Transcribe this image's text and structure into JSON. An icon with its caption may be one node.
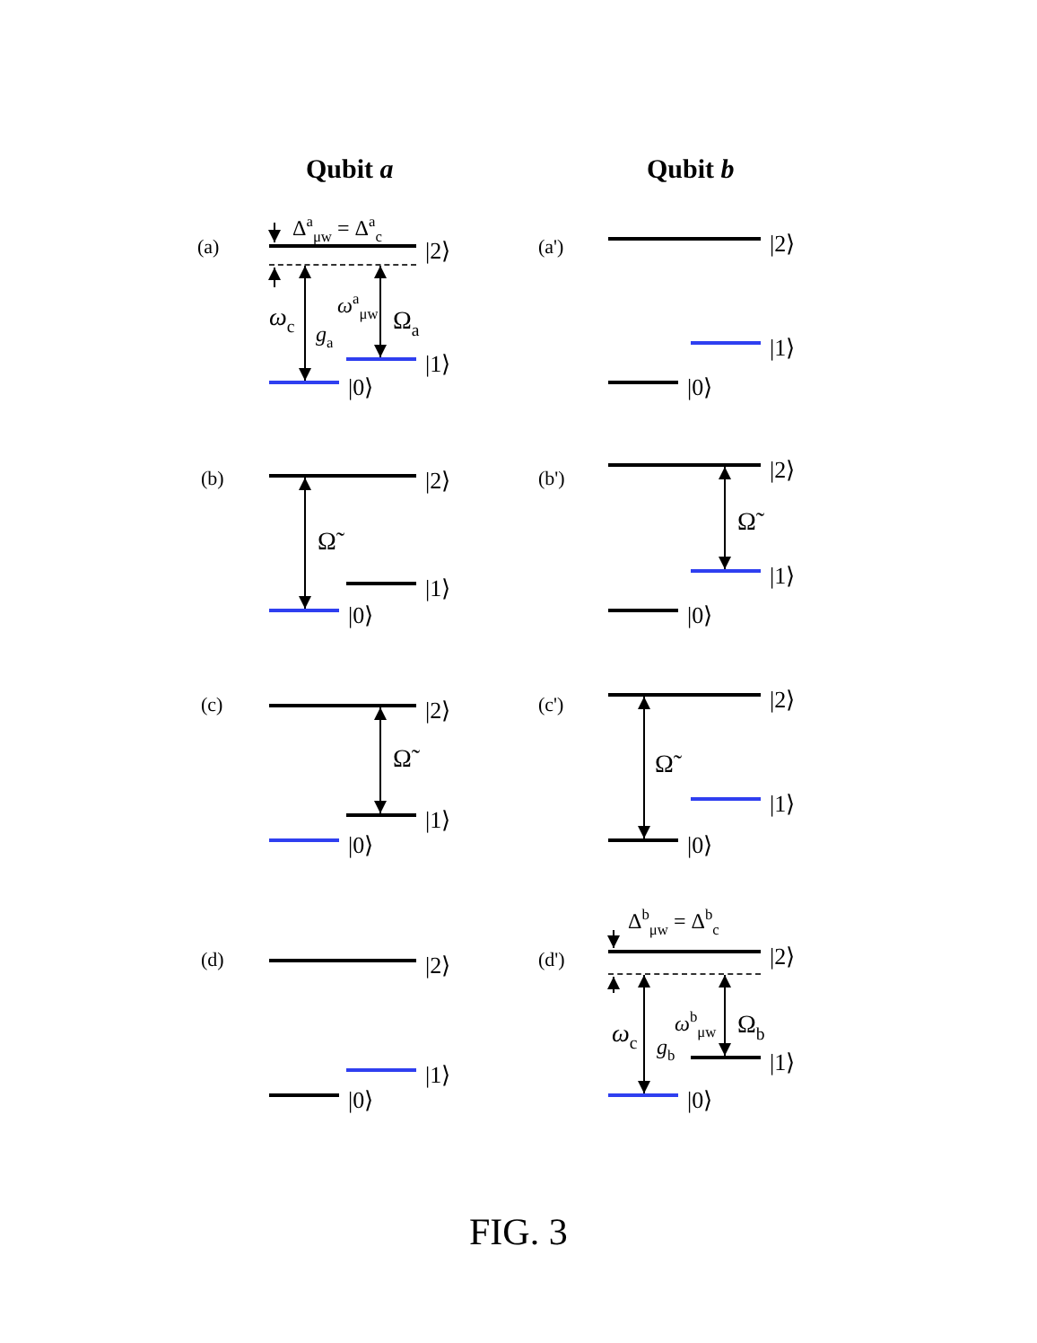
{
  "diagram": {
    "caption": "FIG. 3",
    "nodes": [
      {
        "text": [],
        "shape": "bar",
        "beside": [
          "|2⟩"
        ]
      },
      {
        "text": [],
        "shape": "bar"
      },
      {
        "text": [],
        "shape": "bar",
        "beside": [
          "|1⟩"
        ]
      },
      {
        "text": [],
        "shape": "bar",
        "beside": [
          "|0⟩"
        ]
      },
      {
        "text": [],
        "shape": "bar",
        "beside": [
          "|2⟩"
        ]
      },
      {
        "text": [],
        "shape": "bar",
        "beside": [
          "|1⟩"
        ]
      },
      {
        "text": [],
        "shape": "bar",
        "beside": [
          "|0⟩"
        ]
      },
      {
        "text": [],
        "shape": "bar",
        "beside": [
          "|2⟩"
        ]
      },
      {
        "text": [],
        "shape": "bar",
        "beside": [
          "|1⟩"
        ]
      },
      {
        "text": [],
        "shape": "bar",
        "beside": [
          "|0⟩"
        ]
      },
      {
        "text": [],
        "shape": "bar",
        "beside": [
          "|2⟩"
        ]
      },
      {
        "text": [],
        "shape": "bar",
        "beside": [
          "|1⟩"
        ]
      },
      {
        "text": [],
        "shape": "bar",
        "beside": [
          "|0⟩"
        ]
      },
      {
        "text": [],
        "shape": "bar",
        "beside": [
          "|2⟩"
        ]
      },
      {
        "text": [],
        "shape": "bar",
        "beside": [
          "|1⟩"
        ]
      },
      {
        "text": [],
        "shape": "bar",
        "beside": [
          "|0⟩"
        ]
      },
      {
        "text": [],
        "shape": "bar",
        "beside": [
          "|2⟩"
        ]
      },
      {
        "text": [],
        "shape": "bar",
        "beside": [
          "|1⟩"
        ]
      },
      {
        "text": [],
        "shape": "bar",
        "beside": [
          "|0⟩"
        ]
      },
      {
        "text": [],
        "shape": "bar",
        "beside": [
          "|2⟩"
        ]
      },
      {
        "text": [],
        "shape": "bar",
        "beside": [
          "|1⟩"
        ]
      },
      {
        "text": [],
        "shape": "bar",
        "beside": [
          "|0⟩"
        ]
      },
      {
        "text": [],
        "shape": "bar",
        "beside": [
          "|2⟩"
        ]
      },
      {
        "text": [],
        "shape": "bar"
      },
      {
        "text": [],
        "shape": "bar",
        "beside": [
          "|1⟩"
        ]
      },
      {
        "text": [],
        "shape": "bar",
        "beside": [
          "|0⟩"
        ]
      }
    ],
    "edges": [
      {
        "from": 3,
        "to": 1,
        "arrow": "both",
        "label": "*ω*$_{c}$"
      },
      {
        "from": 2,
        "to": 1,
        "arrow": "both",
        "label": "Ω$_{a}$"
      },
      {
        "from": 9,
        "to": 7,
        "arrow": "both",
        "label": "Ω̃"
      },
      {
        "from": 11,
        "to": 10,
        "arrow": "both",
        "label": "Ω̃"
      },
      {
        "from": 14,
        "to": 13,
        "arrow": "both",
        "label": "Ω̃"
      },
      {
        "from": 18,
        "to": 16,
        "arrow": "both",
        "label": "Ω̃"
      },
      {
        "from": 25,
        "to": 23,
        "arrow": "both",
        "label": "*ω*$_{c}$"
      },
      {
        "from": 24,
        "to": 23,
        "arrow": "both",
        "label": "Ω$_{b}$"
      }
    ],
    "labels": [
      "Qubit *a*",
      "Qubit *b*",
      "Δ$^{a}$$_{μw}$ = Δ$^{a}$$_{c}$",
      "(a)",
      "*ω*$^{a}$$_{μw}$",
      "*g*$_{a}$",
      "(a')",
      "(b)",
      "(b')",
      "(c)",
      "(c')",
      "(d)",
      "Δ$^{b}$$_{μw}$ = Δ$^{b}$$_{c}$",
      "(d')",
      "*ω*$^{b}$$_{μw}$",
      "*g*$_{b}$"
    ]
  }
}
